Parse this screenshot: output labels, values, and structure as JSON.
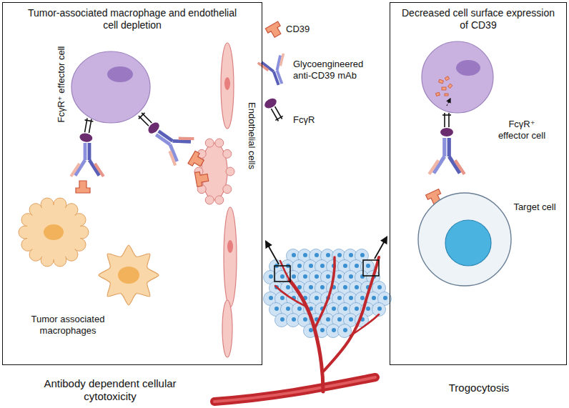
{
  "diagram": {
    "nodes": [
      {
        "text": [
          "Tumor-associated macrophage and endothelial cell depletion",
          "Antibody dependent cellular cytotoxicity"
        ]
      },
      {
        "text": [
          "Decreased cell surface expression of CD39",
          "Trogocytosis"
        ]
      }
    ],
    "labels": [
      "FcγR⁺ effector cell",
      "Endothelial cells",
      "Tumor associated macrophages",
      "FcγR⁺ effector cell",
      "Target cell"
    ],
    "legend": [
      {
        "text": "CD39"
      },
      {
        "text": "Glycoengineered anti-CD39 mAb"
      },
      {
        "text": "FcγR"
      }
    ]
  }
}
